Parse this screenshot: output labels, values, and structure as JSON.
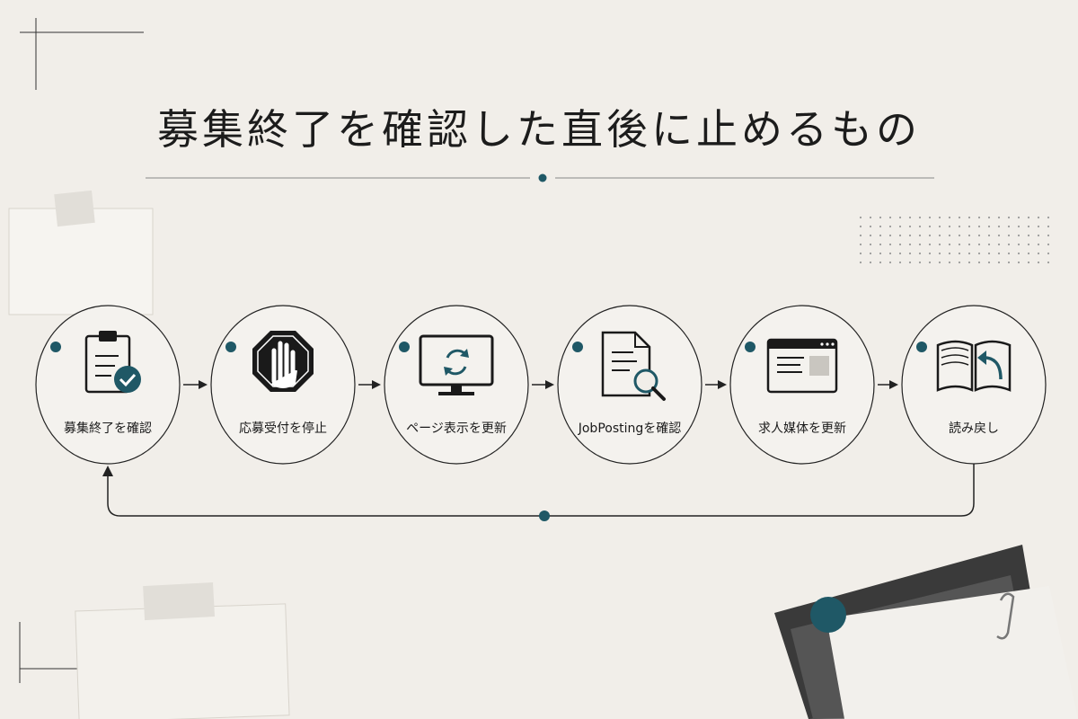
{
  "title": "募集終了を確認した直後に止めるもの",
  "colors": {
    "accent": "#1f5866",
    "ink": "#1a1a1a",
    "background": "#f1eee9"
  },
  "steps": [
    {
      "label": "募集終了を確認",
      "icon": "clipboard-check-icon"
    },
    {
      "label": "応募受付を停止",
      "icon": "stop-hand-icon"
    },
    {
      "label": "ページ表示を更新",
      "icon": "monitor-refresh-icon"
    },
    {
      "label": "JobPostingを確認",
      "icon": "document-search-icon"
    },
    {
      "label": "求人媒体を更新",
      "icon": "browser-window-icon"
    },
    {
      "label": "読み戻し",
      "icon": "book-return-icon"
    }
  ]
}
